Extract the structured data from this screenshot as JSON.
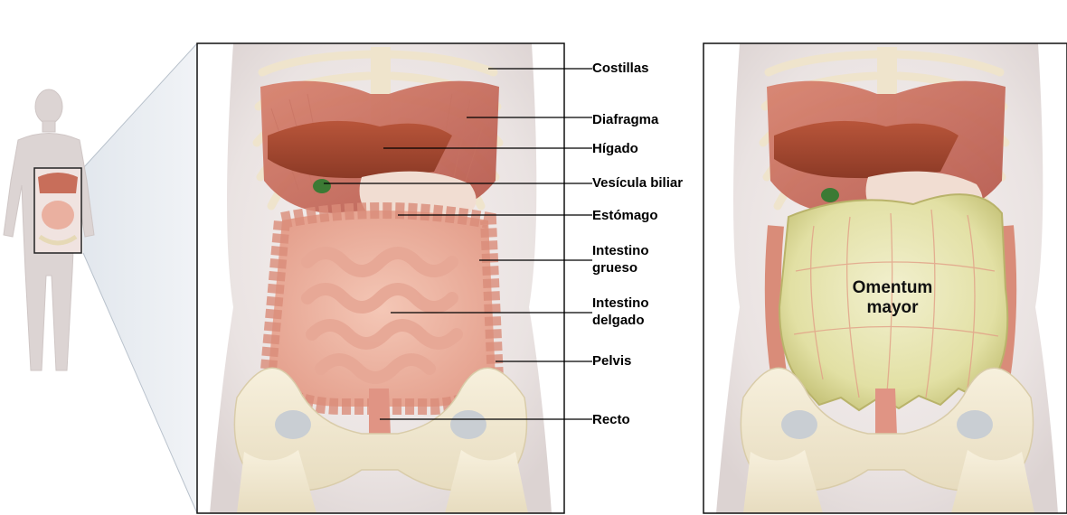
{
  "labels": {
    "costillas": "Costillas",
    "diafragma": "Diafragma",
    "higado": "Hígado",
    "vesicula": "Vesícula biliar",
    "estomago": "Estómago",
    "intestino_grueso": [
      "Intestino",
      "grueso"
    ],
    "intestino_delgado": [
      "Intestino",
      "delgado"
    ],
    "pelvis": "Pelvis",
    "recto": "Recto",
    "omentum": [
      "Omentum",
      "mayor"
    ]
  }
}
